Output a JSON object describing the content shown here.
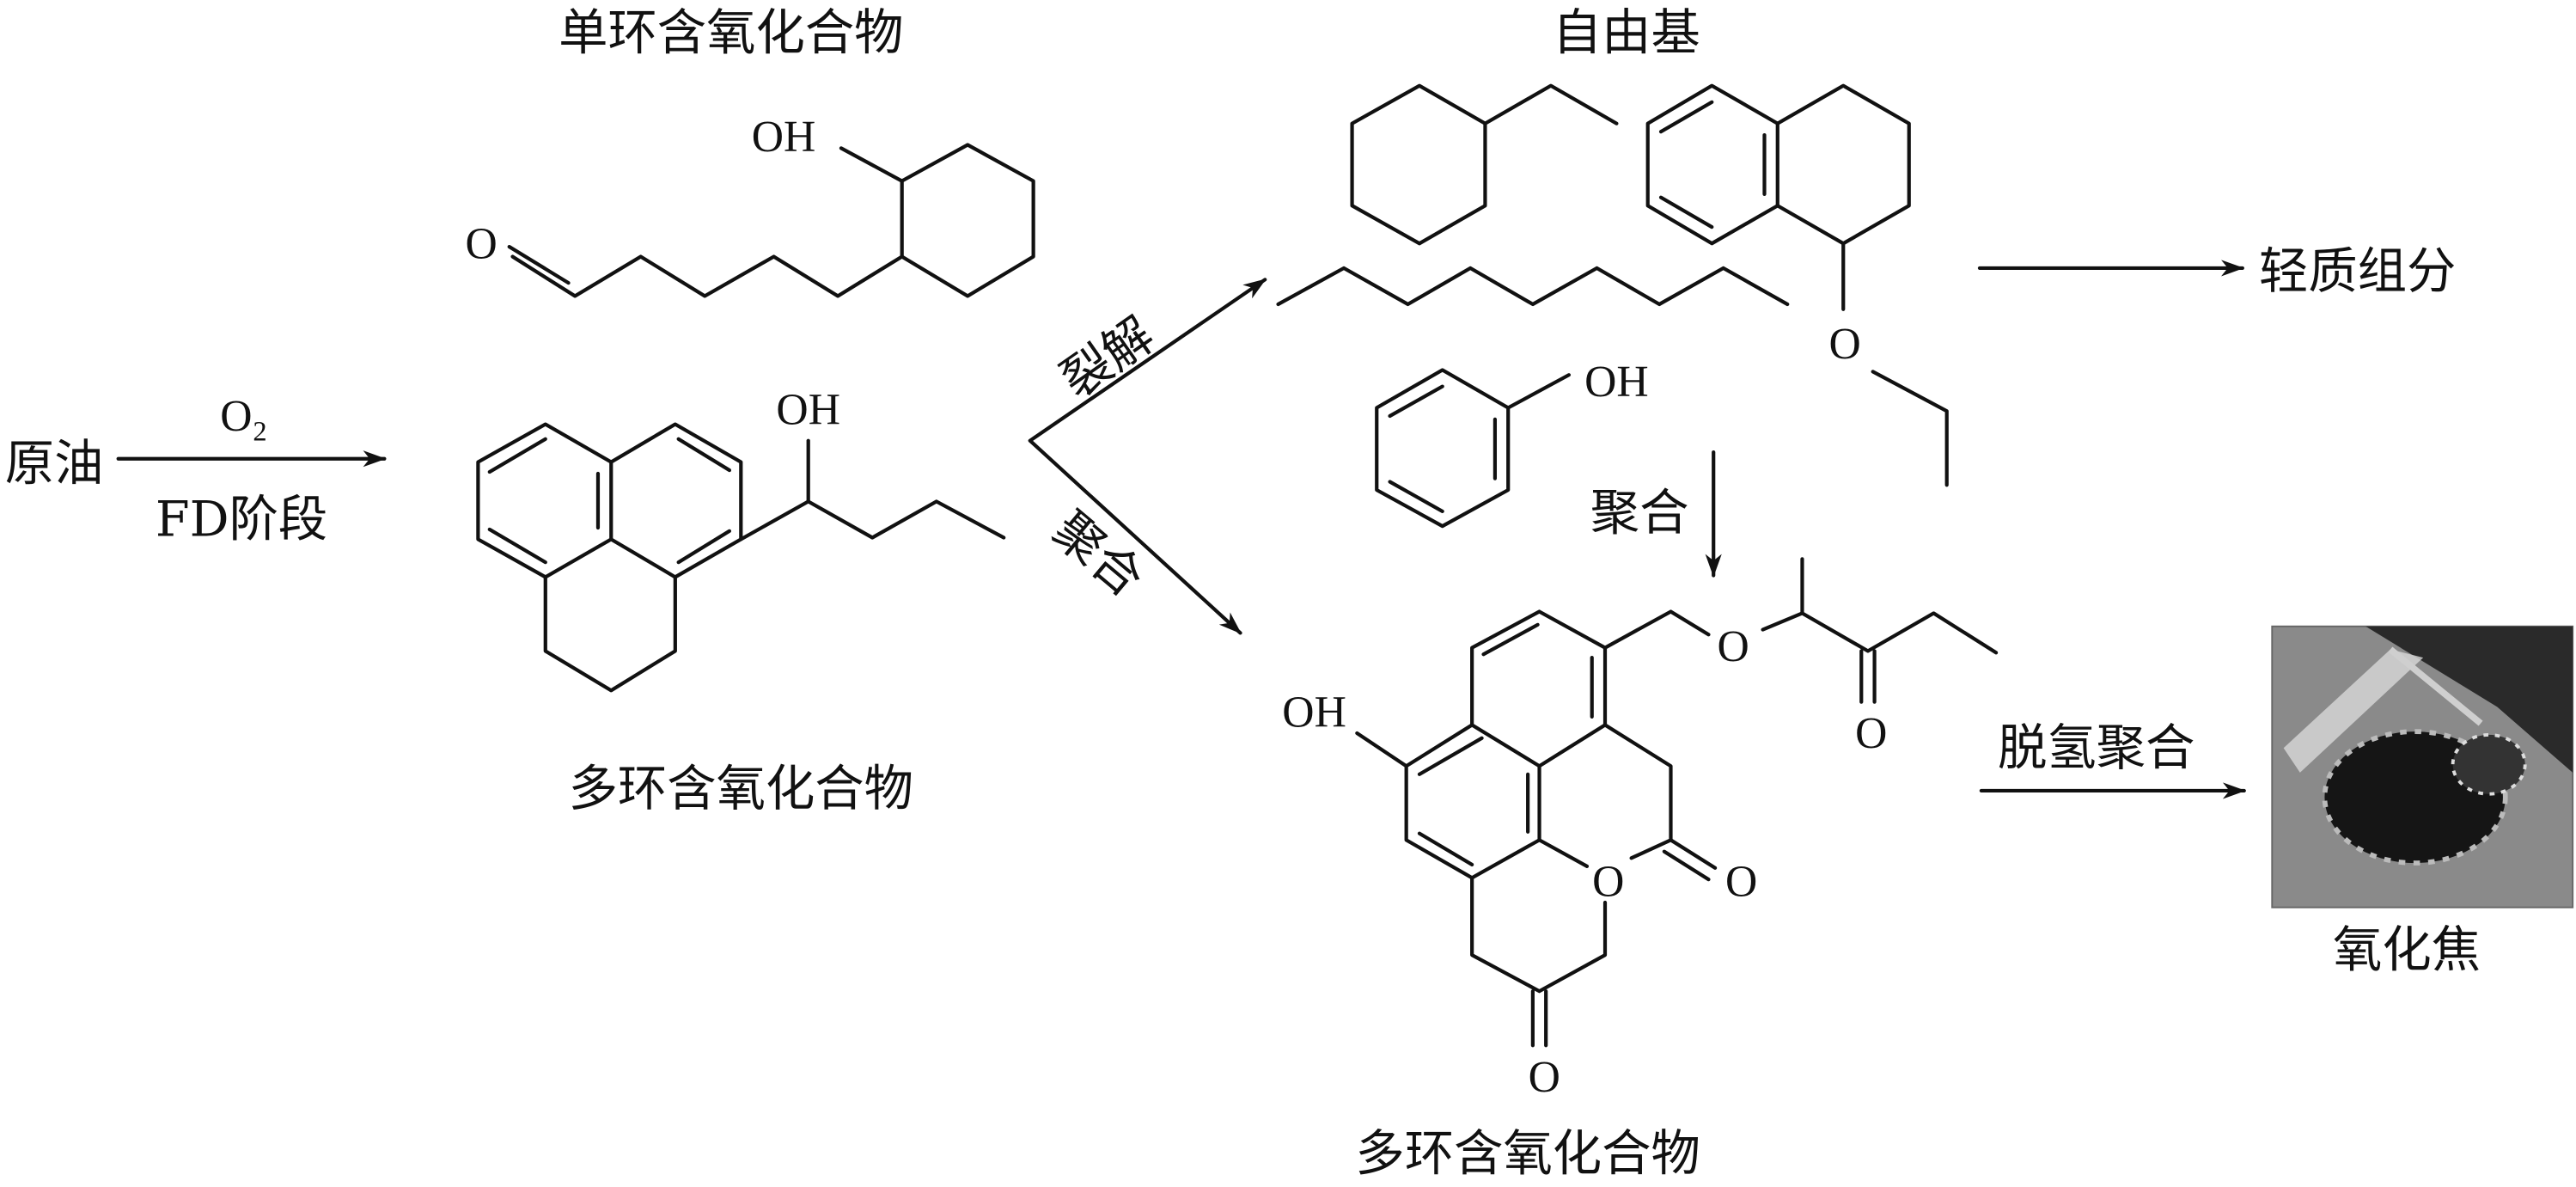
{
  "labels": {
    "monocyclic_title": "单环含氧化合物",
    "radicals_title": "自由基",
    "crude_oil": "原油",
    "oxygen": "O",
    "oxygen_sub": "2",
    "fd_stage": "FD阶段",
    "polycyclic_title_1": "多环含氧化合物",
    "cracking": "裂解",
    "polymerization_branch": "聚合",
    "light_fraction": "轻质组分",
    "polymerization_down": "聚合",
    "dehydro_polymerization": "脱氢聚合",
    "oxidized_coke": "氧化焦",
    "polycyclic_title_2": "多环含氧化合物"
  },
  "atoms": {
    "oh": "OH",
    "o": "O"
  },
  "colors": {
    "ink": "#111111",
    "photo_bg": "#8a8a8a"
  }
}
